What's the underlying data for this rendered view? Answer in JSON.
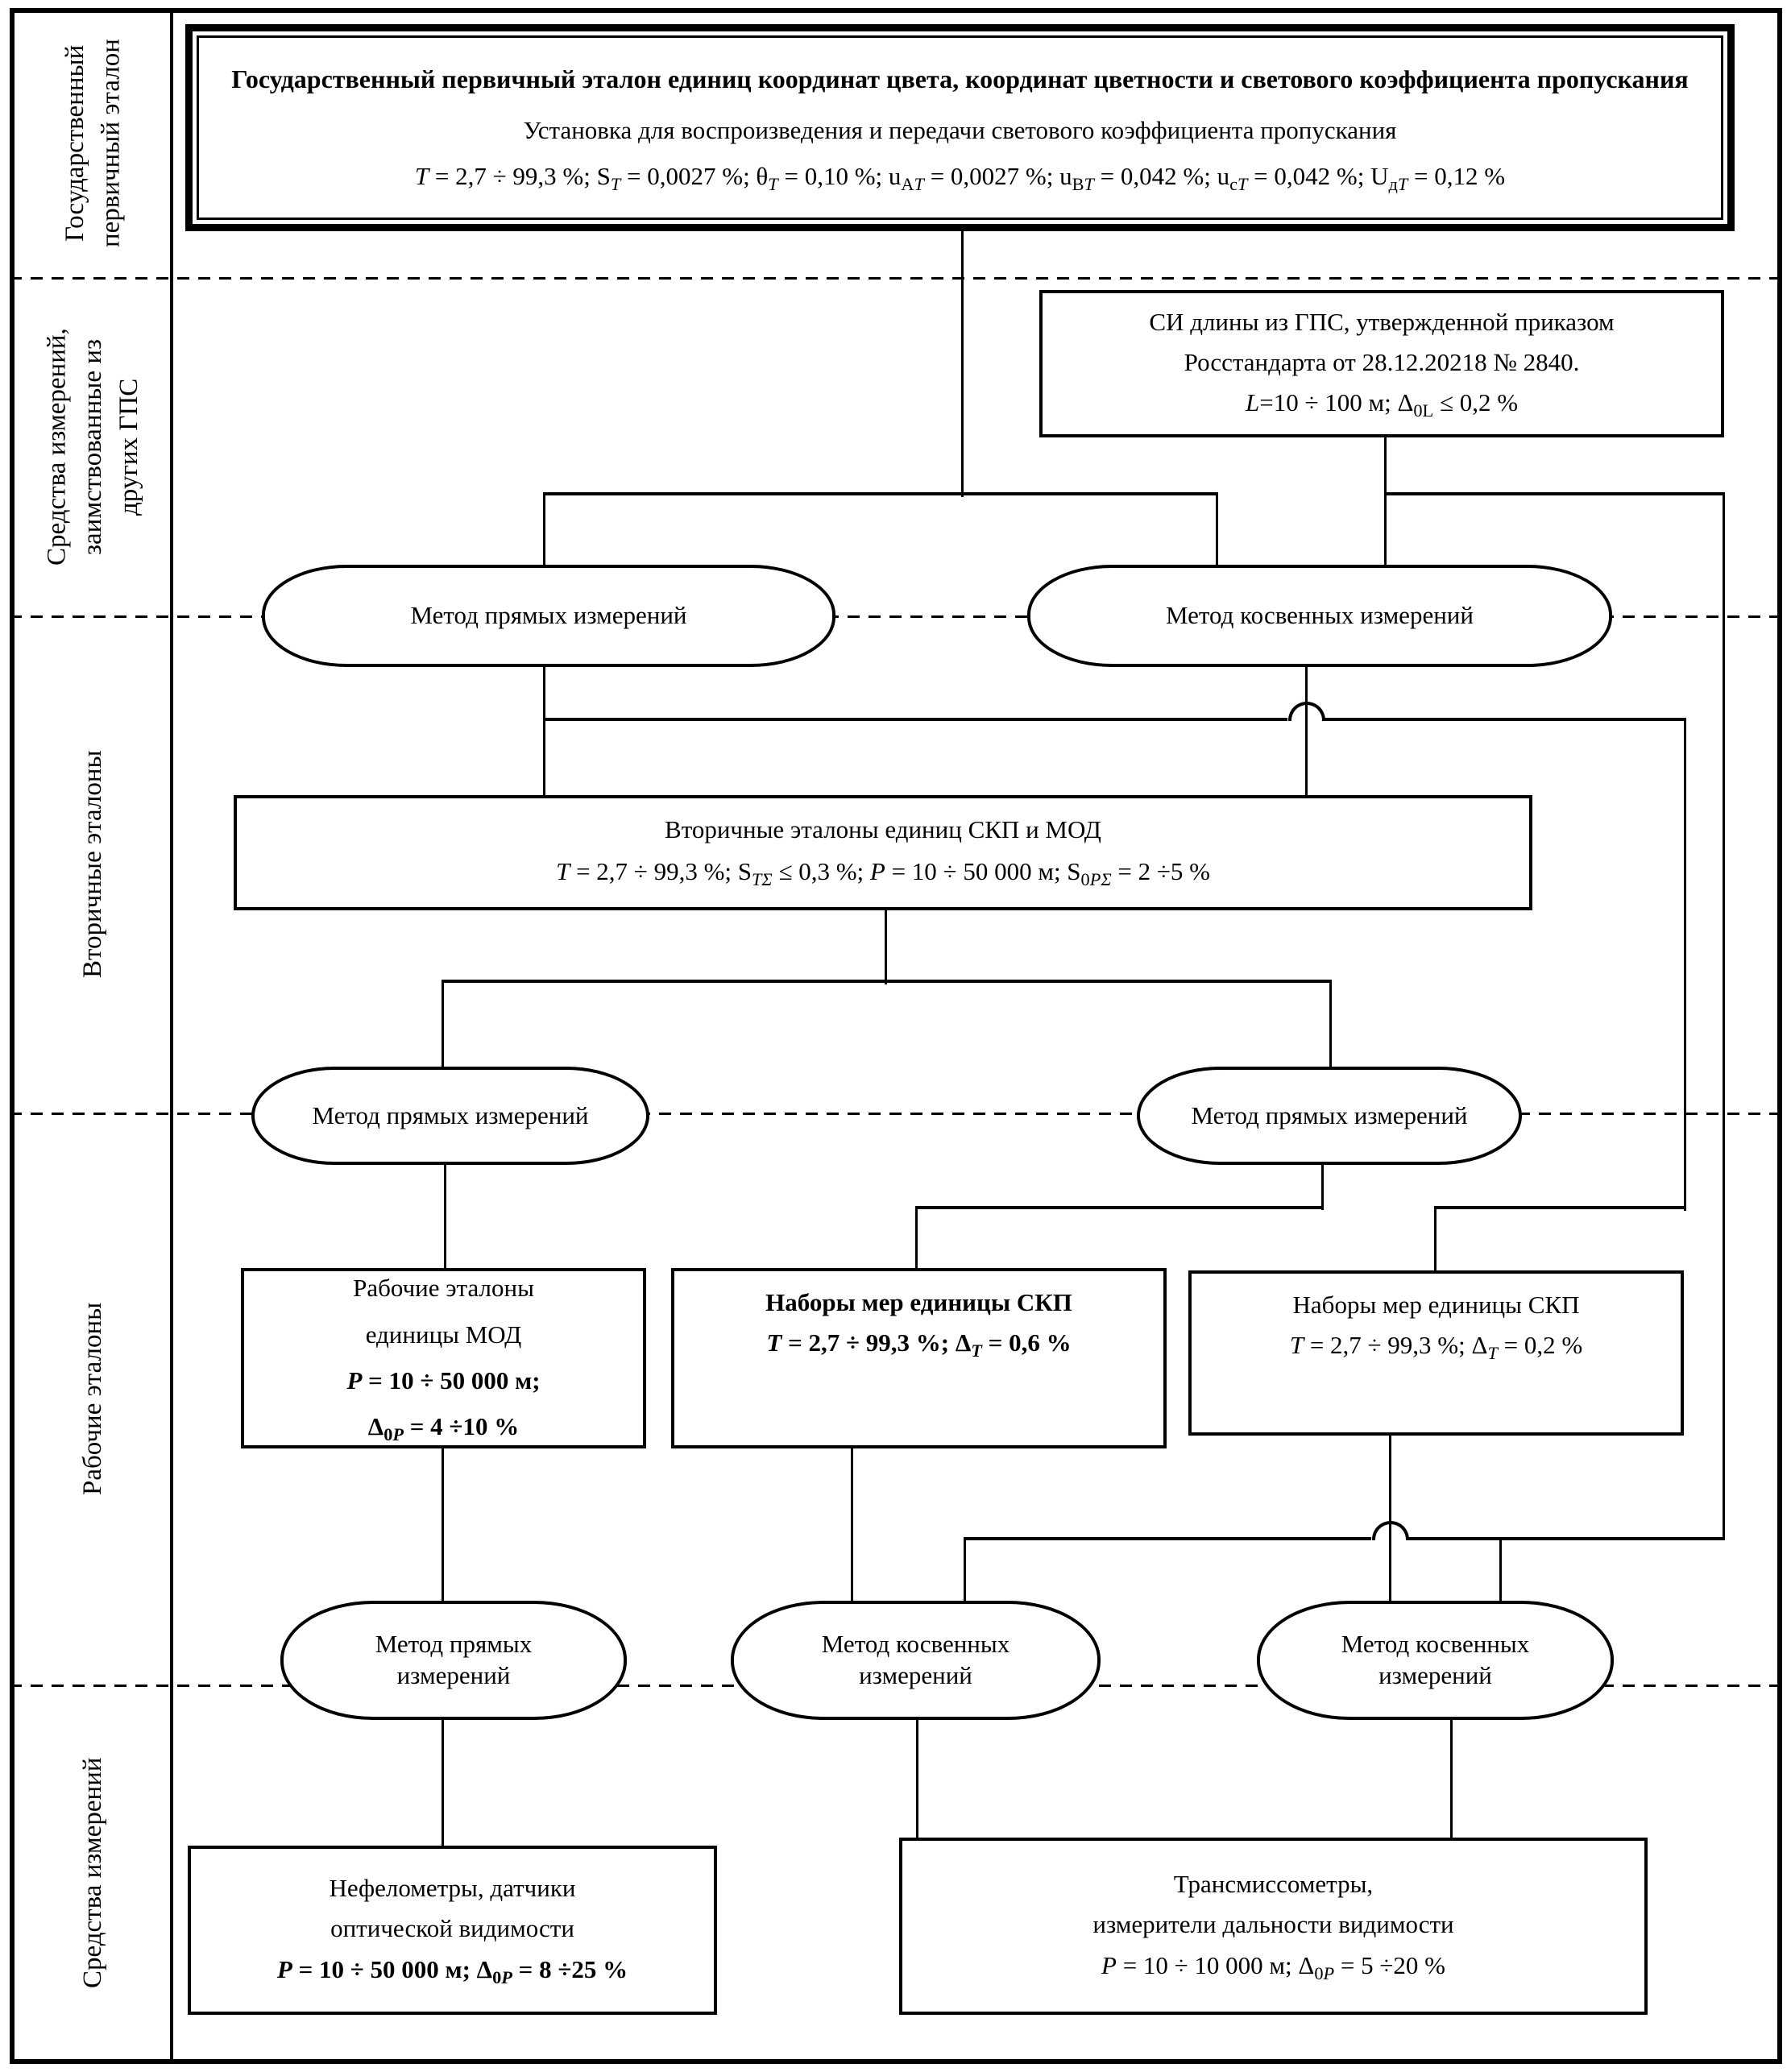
{
  "sidebar": {
    "tier1": "Государственный\nпервичный эталон",
    "tier2": "Средства измерений,\nзаимствованные из\nдругих ГПС",
    "tier3": "Вторичные эталоны",
    "tier4": "Рабочие эталоны",
    "tier5": "Средства измерений"
  },
  "nodes": {
    "gpe": {
      "title": "Государственный первичный эталон единиц координат цвета, координат цветности и светового коэффициента пропускания",
      "subtitle": "Установка для воспроизведения и передачи светового коэффициента пропускания",
      "formula_html": "<i>T</i> = 2,7 ÷ 99,3 %; S<sub><i>T</i></sub> = 0,0027 %; θ<sub><i>T</i></sub> = 0,10 %; u<sub>А<i>T</i></sub> = 0,0027 %; u<sub>В<i>T</i></sub> = 0,042 %; u<sub>с<i>T</i></sub> = 0,042 %; U<sub>д<i>T</i></sub> = 0,12 %"
    },
    "si_length": {
      "line1": "СИ длины из ГПС, утвержденной приказом",
      "line2": "Росстандарта от 28.12.20218 № 2840.",
      "formula_html": "<i>L</i>=10 ÷ 100 м; Δ<sub>0L</sub> ≤ 0,2 %"
    },
    "method_direct_t1": "Метод прямых измерений",
    "method_indirect_t1": "Метод косвенных измерений",
    "secondary": {
      "title": "Вторичные эталоны единиц СКП и МОД",
      "formula_html": "<i>T</i> = 2,7 ÷ 99,3 %; S<sub><i>T&Sigma;</i></sub> ≤ 0,3 %; <i>P</i> = 10 ÷ 50 000 м; S<sub>0<i>P&Sigma;</i></sub> = 2 ÷5 %"
    },
    "method_direct_t2a": "Метод прямых измерений",
    "method_direct_t2b": "Метод прямых измерений",
    "working_mod": {
      "line1": "Рабочие эталоны",
      "line2": "единицы МОД",
      "formula1_html": "<i>P</i> = 10 ÷ 50 000 м;",
      "formula2_html": "Δ<sub>0<i>P</i></sub> = 4 ÷10 %"
    },
    "skp_06": {
      "title": "Наборы мер единицы СКП",
      "formula_html": "<i>T</i> = 2,7 ÷ 99,3 %; Δ<sub><i>T</i></sub> = 0,6 %"
    },
    "skp_02": {
      "title": "Наборы мер единицы СКП",
      "formula_html": "<i>T</i> = 2,7 ÷ 99,3 %; Δ<sub><i>T</i></sub> = 0,2 %"
    },
    "method_direct_t3": "Метод прямых измерений",
    "method_indirect_t3a": "Метод косвенных измерений",
    "method_indirect_t3b": "Метод косвенных измерений",
    "nephelometers": {
      "line1": "Нефелометры, датчики",
      "line2": "оптической видимости",
      "formula_html": "<i>P</i> = 10 ÷ 50 000 м; Δ<sub>0<i>P</i></sub> = 8 ÷25 %"
    },
    "transmissometers": {
      "line1": "Трансмиссометры,",
      "line2": "измерители дальности видимости",
      "formula_html": "<i>P</i> = 10 ÷ 10 000 м; Δ<sub>0<i>P</i></sub> = 5 ÷20 %"
    }
  }
}
